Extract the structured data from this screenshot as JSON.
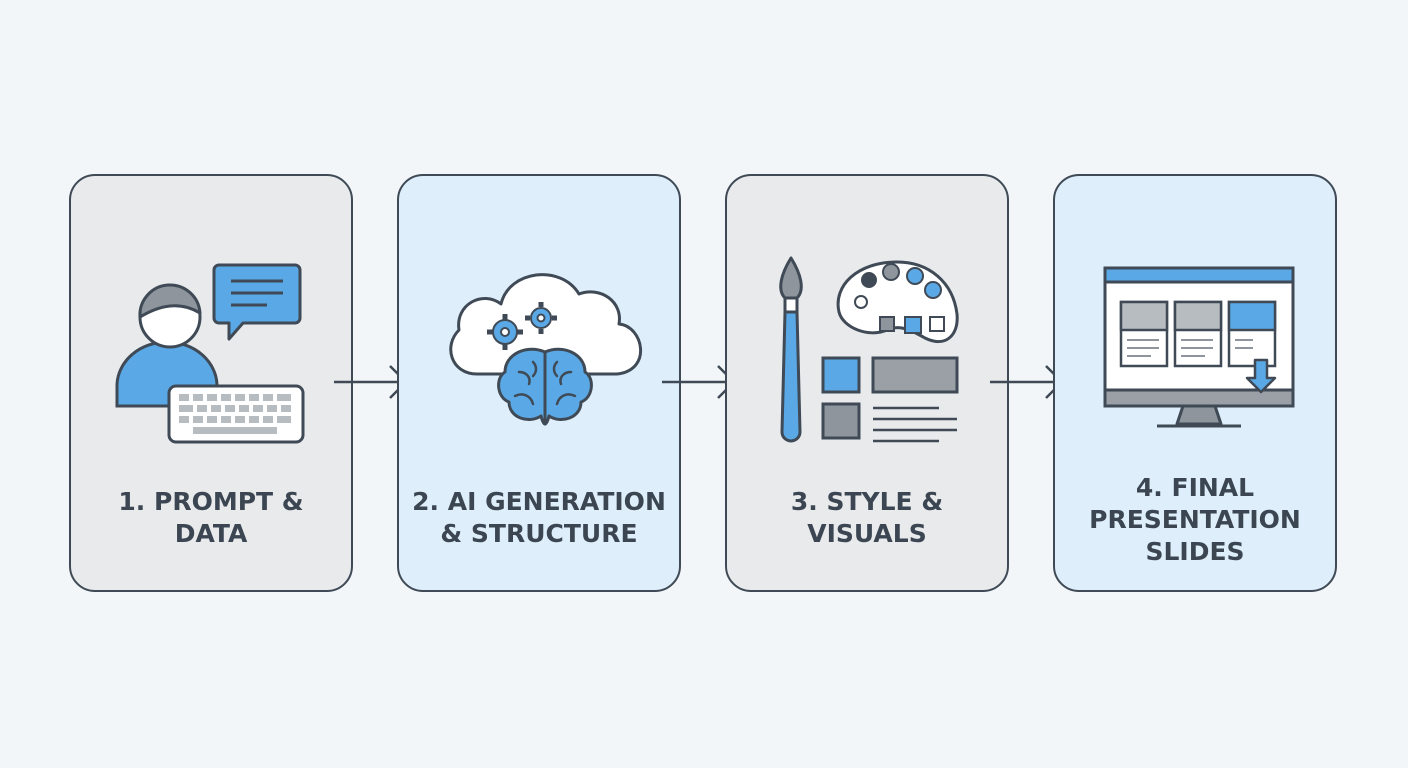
{
  "steps": [
    {
      "label": "1. PROMPT &\nDATA"
    },
    {
      "label": "2. AI GENERATION\n& STRUCTURE"
    },
    {
      "label": "3. STYLE &\nVISUALS"
    },
    {
      "label": "4. FINAL\nPRESENTATION\nSLIDES"
    }
  ],
  "colors": {
    "stroke": "#3f4a56",
    "accent_blue": "#5aa9e6",
    "gray_fill": "#e8eaec",
    "blue_fill": "#deeffb",
    "text": "#3b4652"
  },
  "icons": [
    "user-keyboard-chat-icon",
    "cloud-brain-gears-icon",
    "brush-palette-layout-icon",
    "monitor-slides-icon"
  ]
}
